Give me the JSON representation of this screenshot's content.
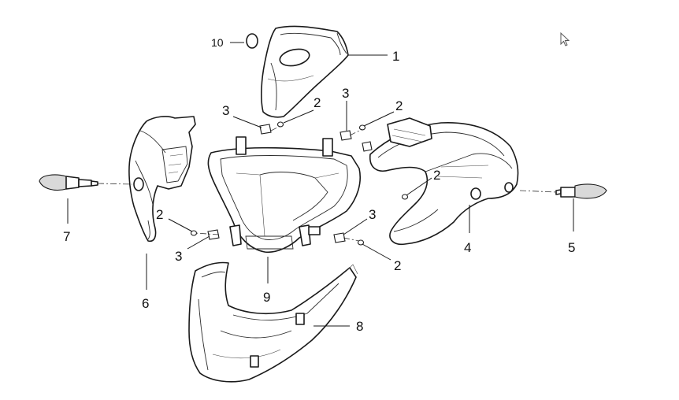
{
  "callouts": {
    "c1": "1",
    "c2a": "2",
    "c2b": "2",
    "c2c": "2",
    "c2d": "2",
    "c2e": "2",
    "c3a": "3",
    "c3b": "3",
    "c3c": "3",
    "c3d": "3",
    "c4": "4",
    "c5": "5",
    "c6": "6",
    "c7": "7",
    "c8": "8",
    "c9": "9",
    "c10": "10"
  },
  "icons": {
    "cursor": "mouse-pointer-icon"
  }
}
